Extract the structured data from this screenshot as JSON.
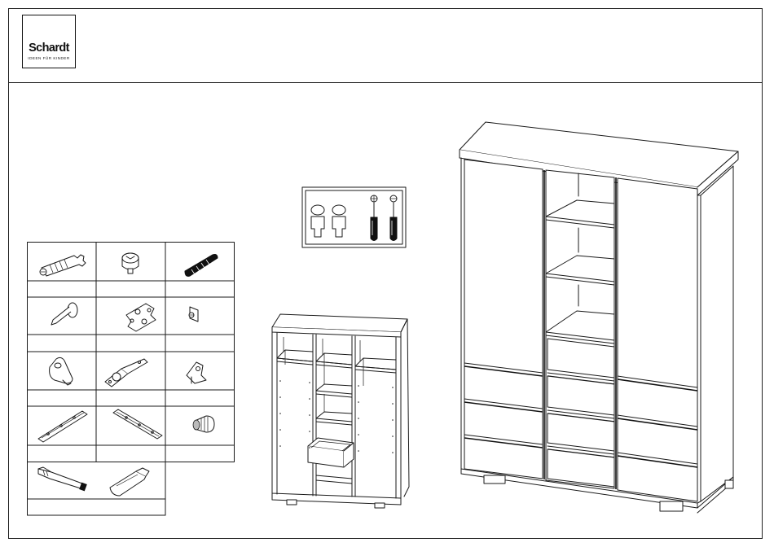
{
  "brand": {
    "name": "Schardt",
    "tagline": "IDEEN FÜR KINDER"
  },
  "tools_panel": {
    "icons": [
      "person-icon",
      "person-icon",
      "phillips-screwdriver-icon",
      "flat-screwdriver-icon"
    ]
  },
  "hardware_parts": [
    {
      "name": "cam-bolt-icon",
      "label": ""
    },
    {
      "name": "cam-lock-icon",
      "label": ""
    },
    {
      "name": "wooden-dowel-icon",
      "label": ""
    },
    {
      "name": "nail-icon",
      "label": ""
    },
    {
      "name": "hinge-plate-icon",
      "label": ""
    },
    {
      "name": "small-screw-bracket-icon",
      "label": ""
    },
    {
      "name": "shelf-support-icon",
      "label": ""
    },
    {
      "name": "concealed-hinge-icon",
      "label": ""
    },
    {
      "name": "corner-connector-icon",
      "label": ""
    },
    {
      "name": "drawer-rail-left-icon",
      "label": ""
    },
    {
      "name": "drawer-rail-right-icon",
      "label": ""
    },
    {
      "name": "knob-icon",
      "label": ""
    },
    {
      "name": "screwdriver-bit-icon",
      "label": ""
    },
    {
      "name": "glue-tube-icon",
      "label": ""
    }
  ],
  "drawings": {
    "small_unit": "open-cabinet-carcass-drawing",
    "large_unit": "assembled-wardrobe-drawing"
  }
}
